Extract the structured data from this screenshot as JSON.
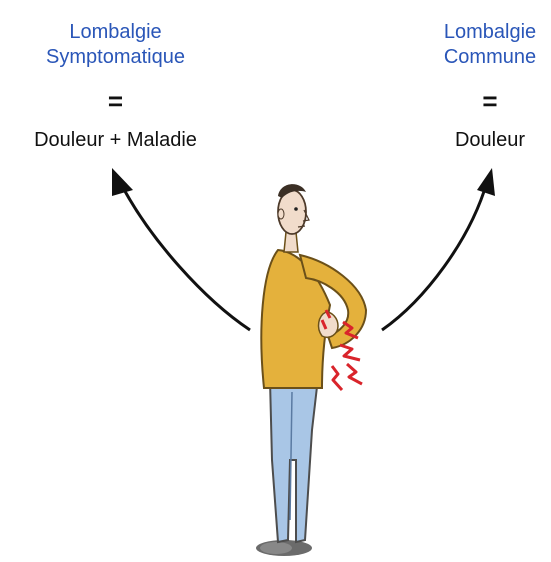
{
  "diagram": {
    "left": {
      "title_line1": "Lombalgie",
      "title_line2": "Symptomatique",
      "equals": "=",
      "meaning": "Douleur + Maladie"
    },
    "right": {
      "title_line1": "Lombalgie",
      "title_line2": "Commune",
      "equals": "=",
      "meaning": "Douleur"
    }
  },
  "colors": {
    "title_blue": "#2a56b8",
    "text_black": "#111111",
    "shirt_yellow": "#e4b13c",
    "pants_blue": "#a9c6e6",
    "pain_red": "#d9242b",
    "skin": "#f1dccb"
  },
  "icons": [
    "arrow-left-icon",
    "arrow-right-icon",
    "man-back-pain-illustration",
    "pain-lightning-icon"
  ]
}
